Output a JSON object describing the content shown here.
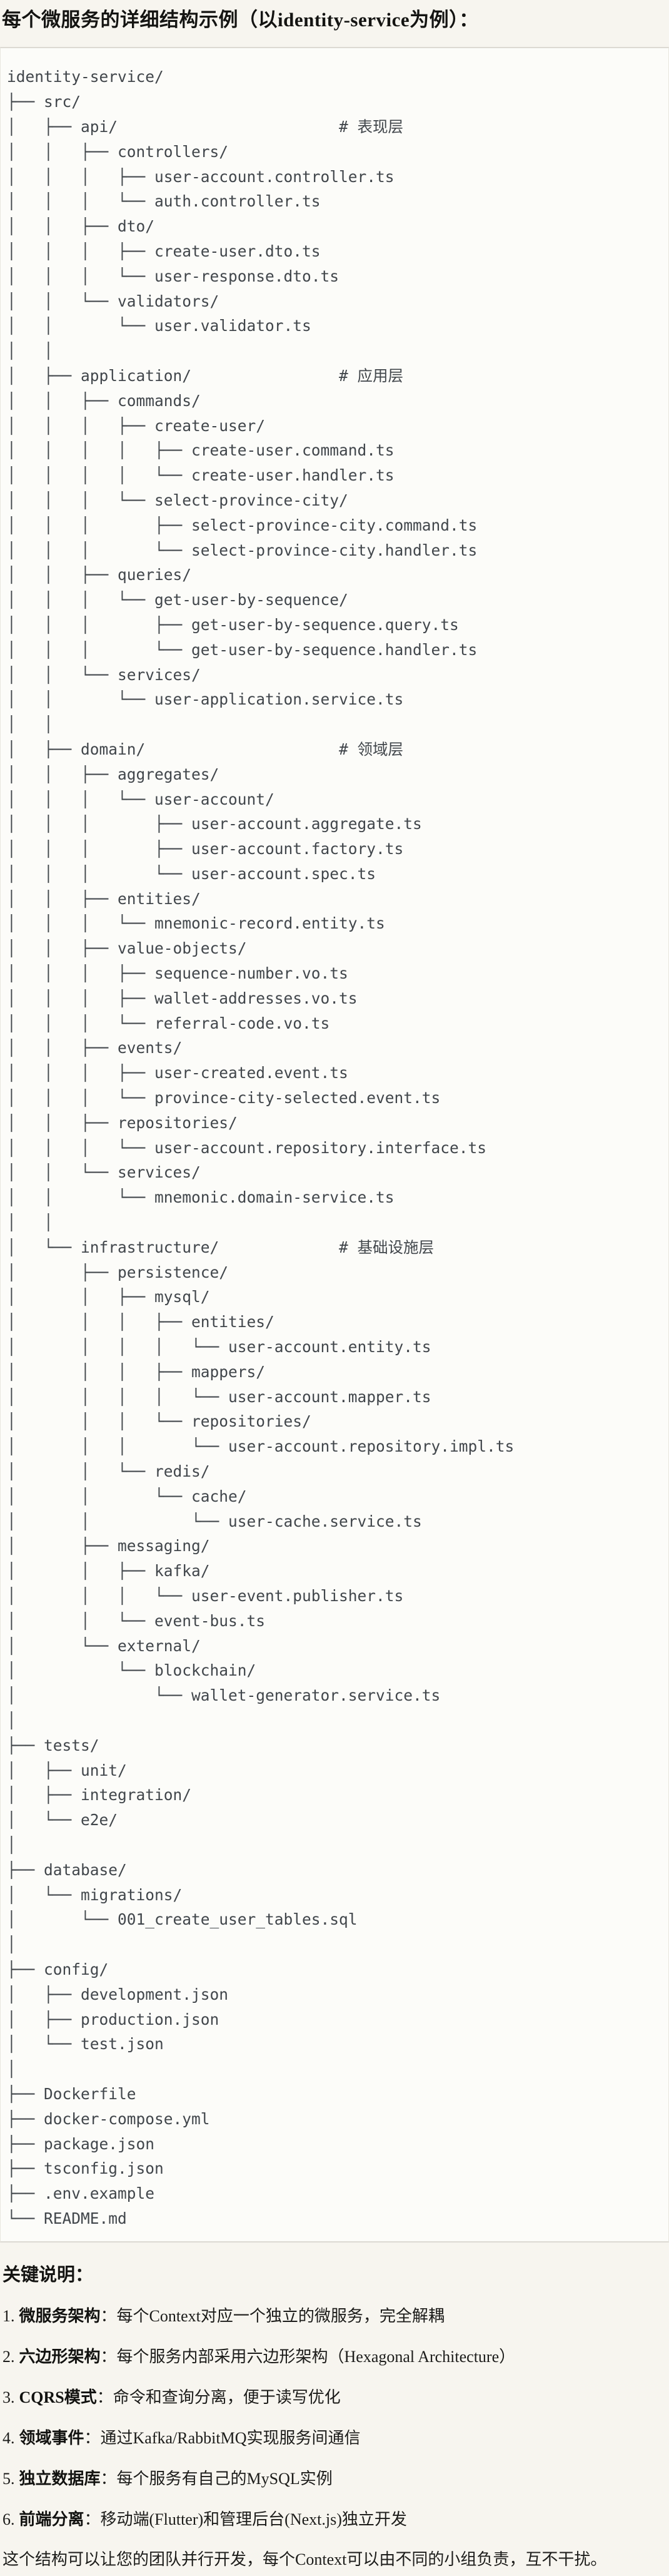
{
  "page": {
    "title": "每个微服务的详细结构示例（以identity-service为例）："
  },
  "colors": {
    "page_background": "#f7f5ef",
    "panel_background": "#fcfcf9",
    "panel_border": "#dcdad3",
    "tree_text": "#41464b",
    "body_text": "#1b1b19"
  },
  "tree": {
    "root": "identity-service/",
    "layer_comments": [
      "# 表现层",
      "# 应用层",
      "# 领域层",
      "# 基础设施层"
    ],
    "lines": [
      "identity-service/",
      "├── src/",
      "│   ├── api/                        # 表现层",
      "│   │   ├── controllers/",
      "│   │   │   ├── user-account.controller.ts",
      "│   │   │   └── auth.controller.ts",
      "│   │   ├── dto/",
      "│   │   │   ├── create-user.dto.ts",
      "│   │   │   └── user-response.dto.ts",
      "│   │   └── validators/",
      "│   │       └── user.validator.ts",
      "│   │",
      "│   ├── application/                # 应用层",
      "│   │   ├── commands/",
      "│   │   │   ├── create-user/",
      "│   │   │   │   ├── create-user.command.ts",
      "│   │   │   │   └── create-user.handler.ts",
      "│   │   │   └── select-province-city/",
      "│   │   │       ├── select-province-city.command.ts",
      "│   │   │       └── select-province-city.handler.ts",
      "│   │   ├── queries/",
      "│   │   │   └── get-user-by-sequence/",
      "│   │   │       ├── get-user-by-sequence.query.ts",
      "│   │   │       └── get-user-by-sequence.handler.ts",
      "│   │   └── services/",
      "│   │       └── user-application.service.ts",
      "│   │",
      "│   ├── domain/                     # 领域层",
      "│   │   ├── aggregates/",
      "│   │   │   └── user-account/",
      "│   │   │       ├── user-account.aggregate.ts",
      "│   │   │       ├── user-account.factory.ts",
      "│   │   │       └── user-account.spec.ts",
      "│   │   ├── entities/",
      "│   │   │   └── mnemonic-record.entity.ts",
      "│   │   ├── value-objects/",
      "│   │   │   ├── sequence-number.vo.ts",
      "│   │   │   ├── wallet-addresses.vo.ts",
      "│   │   │   └── referral-code.vo.ts",
      "│   │   ├── events/",
      "│   │   │   ├── user-created.event.ts",
      "│   │   │   └── province-city-selected.event.ts",
      "│   │   ├── repositories/",
      "│   │   │   └── user-account.repository.interface.ts",
      "│   │   └── services/",
      "│   │       └── mnemonic.domain-service.ts",
      "│   │",
      "│   └── infrastructure/             # 基础设施层",
      "│       ├── persistence/",
      "│       │   ├── mysql/",
      "│       │   │   ├── entities/",
      "│       │   │   │   └── user-account.entity.ts",
      "│       │   │   ├── mappers/",
      "│       │   │   │   └── user-account.mapper.ts",
      "│       │   │   └── repositories/",
      "│       │   │       └── user-account.repository.impl.ts",
      "│       │   └── redis/",
      "│       │       └── cache/",
      "│       │           └── user-cache.service.ts",
      "│       ├── messaging/",
      "│       │   ├── kafka/",
      "│       │   │   └── user-event.publisher.ts",
      "│       │   └── event-bus.ts",
      "│       └── external/",
      "│           └── blockchain/",
      "│               └── wallet-generator.service.ts",
      "│",
      "├── tests/",
      "│   ├── unit/",
      "│   ├── integration/",
      "│   └── e2e/",
      "│",
      "├── database/",
      "│   └── migrations/",
      "│       └── 001_create_user_tables.sql",
      "│",
      "├── config/",
      "│   ├── development.json",
      "│   ├── production.json",
      "│   └── test.json",
      "│",
      "├── Dockerfile",
      "├── docker-compose.yml",
      "├── package.json",
      "├── tsconfig.json",
      "├── .env.example",
      "└── README.md"
    ]
  },
  "notes": {
    "heading": "关键说明：",
    "items": [
      {
        "num": "1.",
        "label": "微服务架构",
        "text": "：每个Context对应一个独立的微服务，完全解耦"
      },
      {
        "num": "2.",
        "label": "六边形架构",
        "text": "：每个服务内部采用六边形架构（Hexagonal Architecture）"
      },
      {
        "num": "3.",
        "label": "CQRS模式",
        "text": "：命令和查询分离，便于读写优化"
      },
      {
        "num": "4.",
        "label": "领域事件",
        "text": "：通过Kafka/RabbitMQ实现服务间通信"
      },
      {
        "num": "5.",
        "label": "独立数据库",
        "text": "：每个服务有自己的MySQL实例"
      },
      {
        "num": "6.",
        "label": "前端分离",
        "text": "：移动端(Flutter)和管理后台(Next.js)独立开发"
      }
    ],
    "footer": "这个结构可以让您的团队并行开发，每个Context可以由不同的小组负责，互不干扰。"
  }
}
